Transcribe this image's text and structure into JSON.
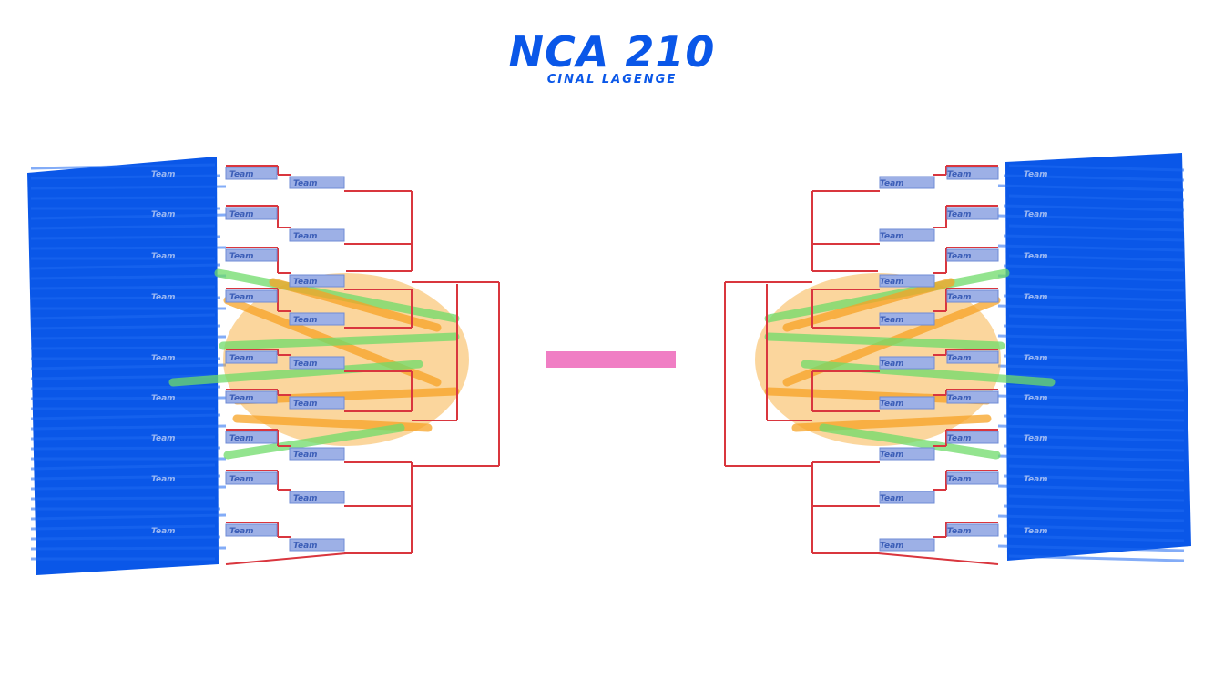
{
  "header": {
    "title": "NCA 210",
    "subtitle": "CINAL LAGENGE"
  },
  "bracket": {
    "slot_label": "Team",
    "seed_label": "Team",
    "colors": {
      "line": "#d9363e",
      "seed_panel": "#0a57e8",
      "slot_fill": "#9db0e6",
      "slot_border": "#6f8bd6",
      "final": "#f07ec4",
      "orange_streak": "#f7a325",
      "green_streak": "#6fdc6a"
    }
  }
}
